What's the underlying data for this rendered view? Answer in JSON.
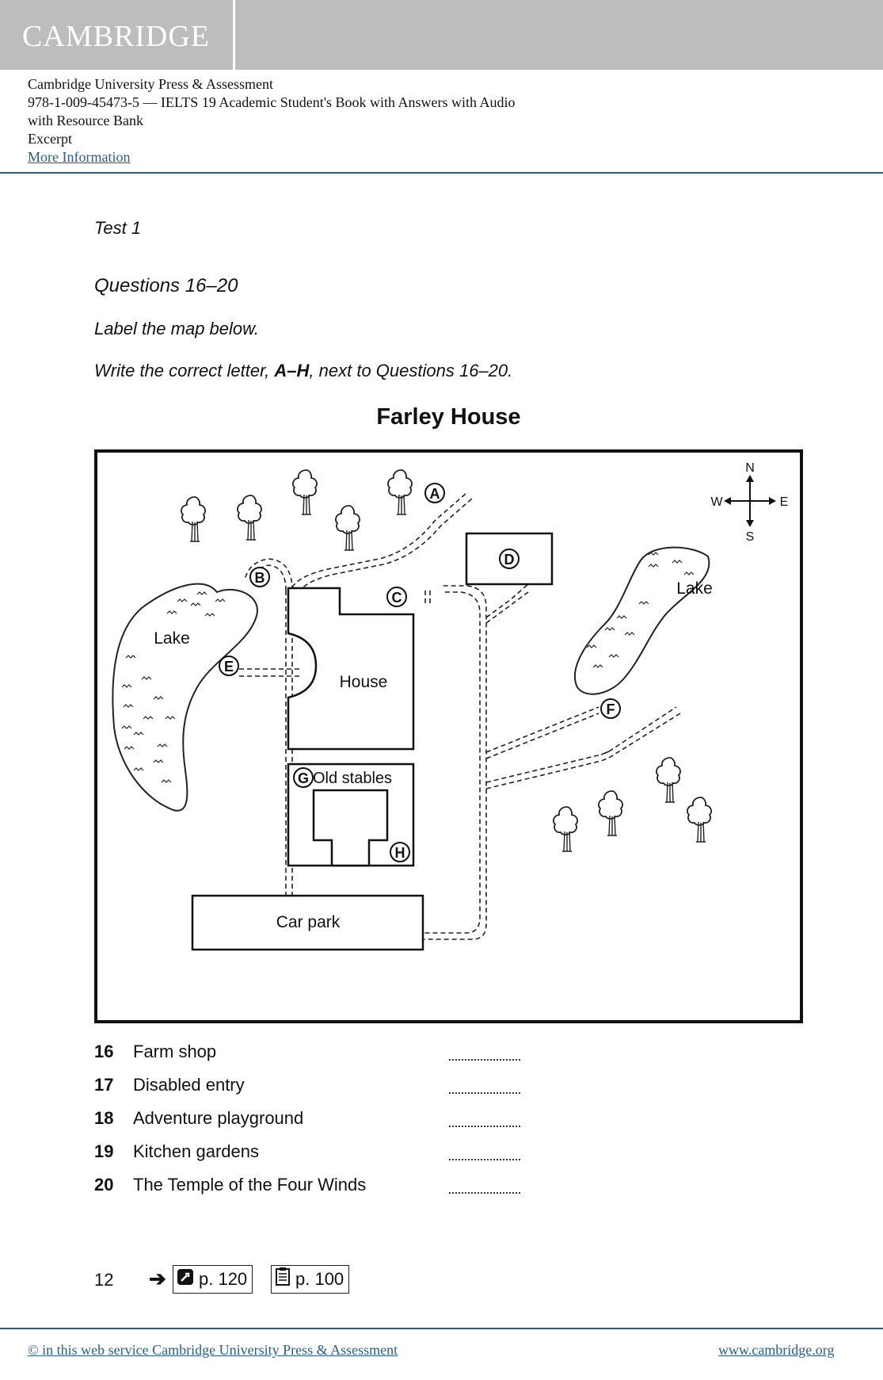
{
  "header": {
    "logo_text": "CAMBRIDGE",
    "publisher": "Cambridge University Press & Assessment",
    "isbn_title": "978-1-009-45473-5 — IELTS 19 Academic Student's Book with Answers with Audio",
    "isbn_title_cont": "with Resource Bank",
    "excerpt": "Excerpt",
    "more_info_link": "More Information"
  },
  "body": {
    "test_label": "Test 1",
    "questions_range": "Questions 16–20",
    "instruction_1": "Label the map below.",
    "instruction_2_pre": "Write the correct letter, ",
    "instruction_2_bold": "A–H",
    "instruction_2_post": ", next to Questions 16–20.",
    "map_title": "Farley House"
  },
  "map": {
    "compass": {
      "n": "N",
      "s": "S",
      "e": "E",
      "w": "W"
    },
    "markers": [
      "A",
      "B",
      "C",
      "D",
      "E",
      "F",
      "G",
      "H"
    ],
    "labels": {
      "lake_west": "Lake",
      "lake_east": "Lake",
      "house": "House",
      "old_stables": "Old stables",
      "car_park": "Car park"
    }
  },
  "questions": [
    {
      "number": "16",
      "label": "Farm shop"
    },
    {
      "number": "17",
      "label": "Disabled entry"
    },
    {
      "number": "18",
      "label": "Adventure playground"
    },
    {
      "number": "19",
      "label": "Kitchen gardens"
    },
    {
      "number": "20",
      "label": "The Temple of the Four Winds"
    }
  ],
  "page_footer": {
    "page_number": "12",
    "arrow": "➔",
    "ref_1": "p. 120",
    "ref_2": "p. 100"
  },
  "footer": {
    "copyright_link": "© in this web service Cambridge University Press & Assessment",
    "website_link": "www.cambridge.org"
  }
}
